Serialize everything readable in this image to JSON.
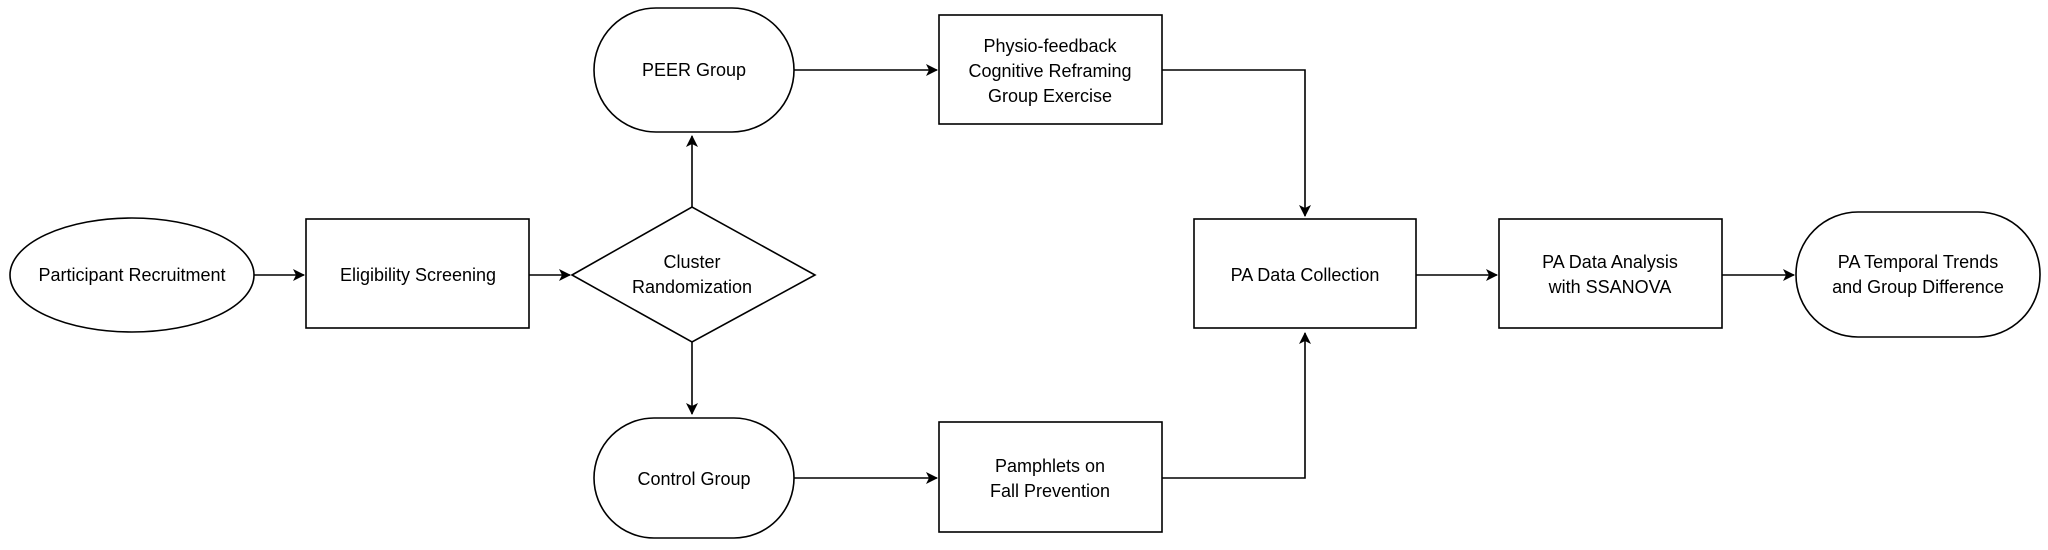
{
  "nodes": {
    "participant_recruitment": {
      "label": "Participant Recruitment"
    },
    "eligibility_screening": {
      "label": "Eligibility Screening"
    },
    "cluster_randomization": {
      "line1": "Cluster",
      "line2": "Randomization"
    },
    "peer_group": {
      "label": "PEER Group"
    },
    "control_group": {
      "label": "Control Group"
    },
    "peer_intervention": {
      "line1": "Physio-feedback",
      "line2": "Cognitive Reframing",
      "line3": "Group Exercise"
    },
    "control_intervention": {
      "line1": "Pamphlets on",
      "line2": "Fall Prevention"
    },
    "pa_data_collection": {
      "label": "PA Data Collection"
    },
    "pa_data_analysis": {
      "line1": "PA Data Analysis",
      "line2": "with SSANOVA"
    },
    "pa_temporal_trends": {
      "line1": "PA Temporal Trends",
      "line2": "and Group Difference"
    }
  },
  "colors": {
    "stroke": "#000000",
    "fill": "#ffffff",
    "text": "#000000"
  }
}
